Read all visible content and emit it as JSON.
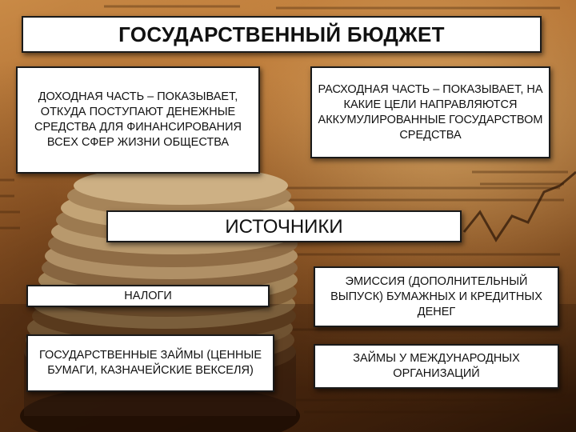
{
  "slide": {
    "title": "ГОСУДАРСТВЕННЫЙ БЮДЖЕТ",
    "income": "ДОХОДНАЯ ЧАСТЬ – ПОКАЗЫВАЕТ, ОТКУДА ПОСТУПАЮТ ДЕНЕЖНЫЕ СРЕДСТВА ДЛЯ ФИНАНСИРОВАНИЯ ВСЕХ СФЕР ЖИЗНИ ОБЩЕСТВА",
    "expense": "РАСХОДНАЯ ЧАСТЬ – ПОКАЗЫВАЕТ, НА КАКИЕ ЦЕЛИ НАПРАВЛЯЮТСЯ АККУМУЛИРОВАННЫЕ ГОСУДАРСТВОМ СРЕДСТВА",
    "sources_heading": "ИСТОЧНИКИ",
    "sources": {
      "taxes": "НАЛОГИ",
      "gov_loans": "ГОСУДАРСТВЕННЫЕ ЗАЙМЫ (ЦЕННЫЕ БУМАГИ, КАЗНАЧЕЙСКИЕ ВЕКСЕЛЯ)",
      "emission": "ЭМИССИЯ (ДОПОЛНИТЕЛЬНЫЙ ВЫПУСК) БУМАЖНЫХ И КРЕДИТНЫХ ДЕНЕГ",
      "intl_loans": "ЗАЙМЫ У МЕЖДУНАРОДНЫХ ОРГАНИЗАЦИЙ"
    }
  },
  "colors": {
    "box_background": "#ffffff",
    "box_border": "#1a1a1a",
    "text": "#111111",
    "background_warm": "#c98a46",
    "background_dark": "#2e1707"
  },
  "background_image": "coins-and-financial-newspaper"
}
